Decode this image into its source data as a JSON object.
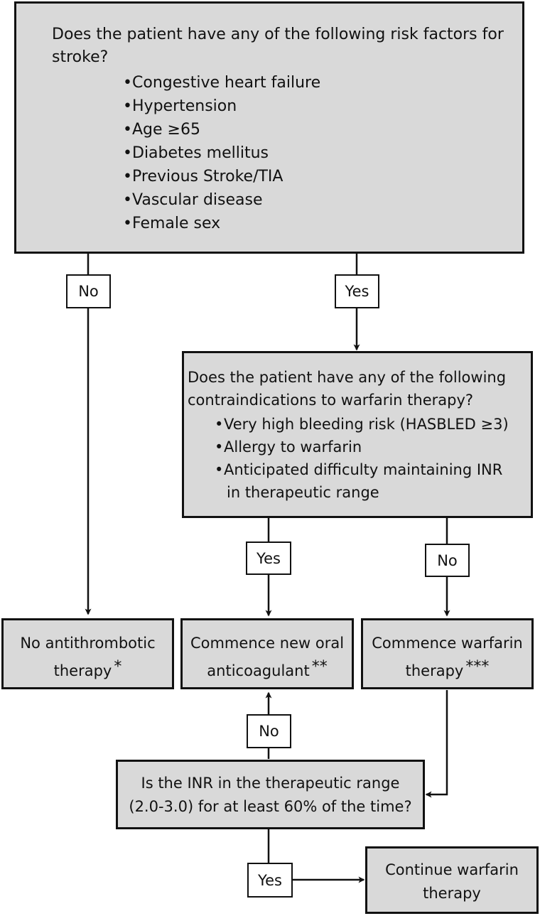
{
  "q1": {
    "text": "Does the patient have any of the following risk factors for stroke?",
    "items": [
      "Congestive heart failure",
      "Hypertension",
      "Age ≥65",
      "Diabetes mellitus",
      "Previous Stroke/TIA",
      "Vascular disease",
      "Female sex"
    ]
  },
  "q2": {
    "text": "Does the patient have any of the following contraindications to warfarin therapy?",
    "items": [
      "Very high bleeding risk (HASBLED ≥3)",
      "Allergy to warfarin",
      "Anticipated difficulty maintaining INR in therapeutic range"
    ]
  },
  "q3": {
    "text": "Is the INR in the therapeutic range (2.0-3.0) for at least 60% of the time?"
  },
  "outcomes": {
    "no_antithrombotic": {
      "text": "No antithrombotic therapy",
      "mark": "*"
    },
    "noac": {
      "text": "Commence new oral anticoagulant",
      "mark": "**"
    },
    "warfarin": {
      "text": "Commence warfarin therapy",
      "mark": "***"
    },
    "continue": {
      "text": "Continue warfarin therapy"
    }
  },
  "labels": {
    "yes": "Yes",
    "no": "No"
  }
}
